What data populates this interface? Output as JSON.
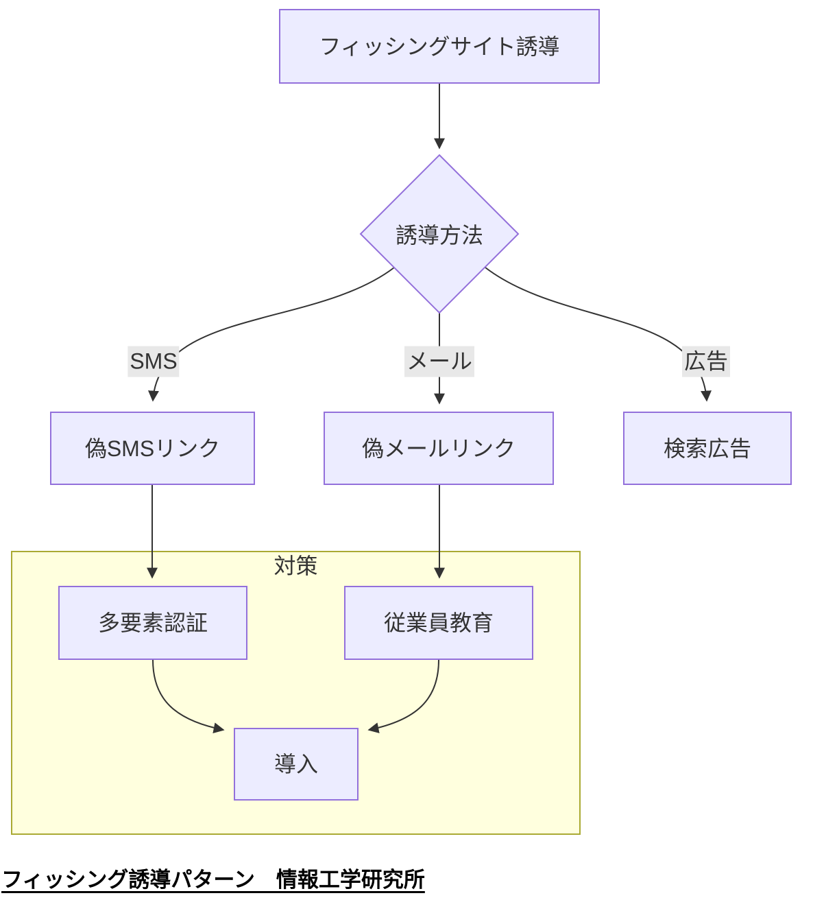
{
  "diagram": {
    "nodes": {
      "phishing_site": "フィッシングサイト誘導",
      "method_decision": "誘導方法",
      "fake_sms_link": "偽SMSリンク",
      "fake_mail_link": "偽メールリンク",
      "search_ad": "検索広告",
      "mfa": "多要素認証",
      "employee_training": "従業員教育",
      "deployment": "導入"
    },
    "edge_labels": {
      "sms": "SMS",
      "mail": "メール",
      "ad": "広告"
    },
    "cluster_label": "対策",
    "caption": "フィッシング誘導パターン　情報工学研究所",
    "colors": {
      "node_fill": "#ECECFF",
      "node_border": "#9370DB",
      "cluster_fill": "#FFFFDE",
      "cluster_border": "#AAAA33",
      "edge_color": "#333333",
      "edge_label_bg": "#E8E8E8",
      "text_color": "#333333",
      "caption_color": "#000000"
    }
  }
}
